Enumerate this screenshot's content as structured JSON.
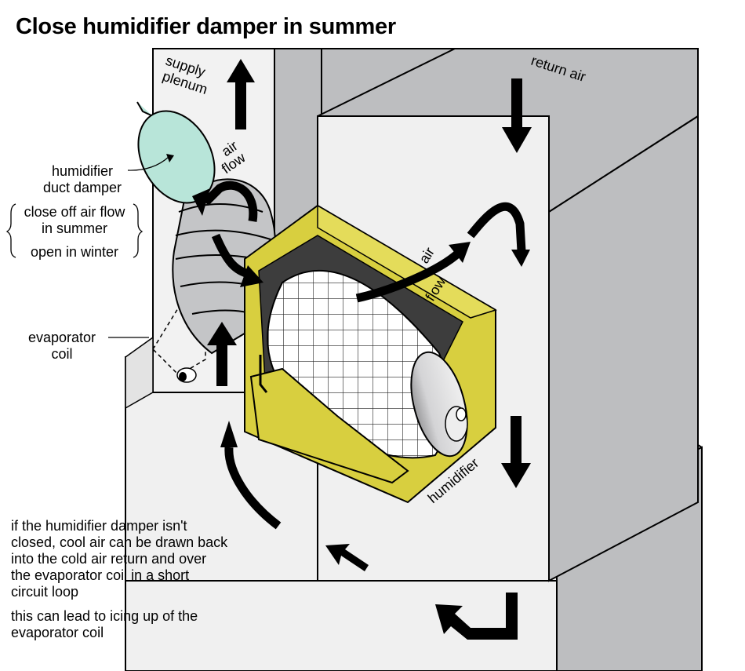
{
  "title": "Close humidifier damper in summer",
  "labels": {
    "supply_plenum_1": "supply",
    "supply_plenum_2": "plenum",
    "return_air": "return air",
    "air_flow_1_a": "air",
    "air_flow_1_b": "flow",
    "air_flow_2_a": "air",
    "air_flow_2_b": "flow",
    "humidifier": "humidifier",
    "damper_1": "humidifier",
    "damper_2": "duct damper",
    "close_off_1": "close off air flow",
    "close_off_2": "in summer",
    "open_winter": "open in winter",
    "evaporator_1": "evaporator",
    "evaporator_2": "coil"
  },
  "notes": {
    "short_circuit": [
      "if the humidifier damper isn't",
      "closed, cool air can be drawn back",
      "into the cold air return and over",
      "the evaporator coil in a short",
      "circuit loop"
    ],
    "icing": [
      "this can lead to icing up of the",
      "evaporator coil"
    ]
  },
  "colors": {
    "humidifier_body": "#d8cf3f",
    "damper": "#b8e5d9",
    "duct": "#c4c5c7",
    "wall_front": "#f0f0f0",
    "wall_shade": "#bdbec0",
    "outline": "#000000"
  }
}
